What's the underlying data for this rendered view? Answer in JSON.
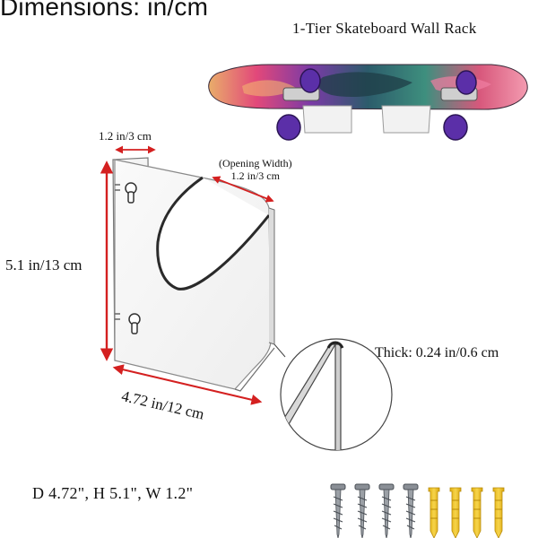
{
  "header": {
    "title": "Dimensions: in/cm",
    "product_name": "1-Tier Skateboard Wall Rack"
  },
  "dimensions": {
    "top_width": "1.2 in/3 cm",
    "opening_caption": "(Opening Width)",
    "opening_width": "1.2 in/3 cm",
    "height": "5.1 in/13 cm",
    "depth": "4.72 in/12 cm",
    "thickness": "Thick: 0.24 in/0.6 cm",
    "summary": "D 4.72\", H 5.1\", W 1.2\""
  },
  "hardware": {
    "screws_count": 4,
    "anchors_count": 4
  },
  "colors": {
    "dimension_arrow": "#d42020",
    "acrylic_edge": "#6f6f6f",
    "screw_metal": "#8a8f96",
    "anchor_yellow": "#f2c81e"
  }
}
